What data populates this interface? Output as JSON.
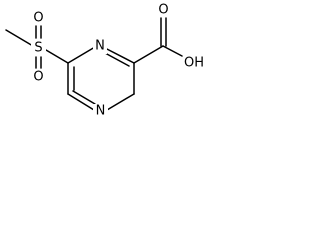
{
  "molecule": {
    "atom_labels": {
      "sulfur": "S",
      "sulfonyl_oxygen_top": "O",
      "sulfonyl_oxygen_bottom": "O",
      "ring_nitrogen_top": "N",
      "ring_nitrogen_bottom": "N",
      "carbonyl_oxygen": "O",
      "hydroxyl": "OH"
    },
    "colors": {
      "bond": "#000000",
      "label": "#000000",
      "background": "#ffffff"
    }
  }
}
